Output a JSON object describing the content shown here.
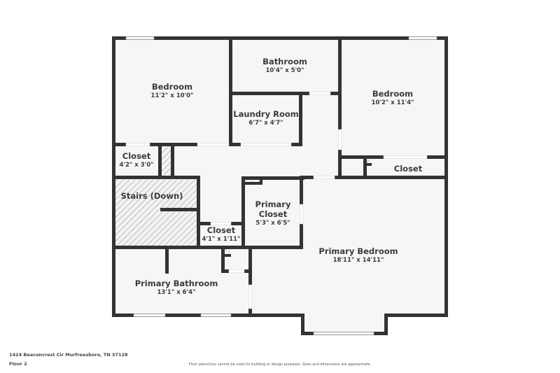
{
  "property": {
    "address": "1424 Beaconcrest Cir Murfreesboro, TN 37128",
    "floor": "Floor 2",
    "disclaimer": "Floor plans/tour cannot be used for building or design purposes. Sizes and dimensions are approximate."
  },
  "colors": {
    "wall": "#333333",
    "floor": "#f6f6f6",
    "window": "#ffffff",
    "hatch": "#9a9a9a",
    "text": "#3b3b3b"
  },
  "rooms": [
    {
      "id": "bedroom-nw",
      "name": "Bedroom",
      "dims": "11'2\" x 10'0\""
    },
    {
      "id": "bathroom",
      "name": "Bathroom",
      "dims": "10'4\" x 5'0\""
    },
    {
      "id": "bedroom-ne",
      "name": "Bedroom",
      "dims": "10'2\" x 11'4\""
    },
    {
      "id": "laundry",
      "name": "Laundry Room",
      "dims": "6'7\" x 4'7\""
    },
    {
      "id": "closet-w",
      "name": "Closet",
      "dims": "4'2\" x 3'0\""
    },
    {
      "id": "closet-ne",
      "name": "Closet",
      "dims": ""
    },
    {
      "id": "stairs",
      "name": "Stairs (Down)",
      "dims": ""
    },
    {
      "id": "primary-closet",
      "name": "Primary Closet",
      "name_line1": "Primary",
      "name_line2": "Closet",
      "dims": "5'3\" x 6'5\""
    },
    {
      "id": "closet-small",
      "name": "Closet",
      "dims": "4'1\" x 1'11\""
    },
    {
      "id": "primary-bedroom",
      "name": "Primary Bedroom",
      "dims": "18'11\" x 14'11\""
    },
    {
      "id": "primary-bathroom",
      "name": "Primary Bathroom",
      "dims": "13'1\" x 6'4\""
    }
  ]
}
